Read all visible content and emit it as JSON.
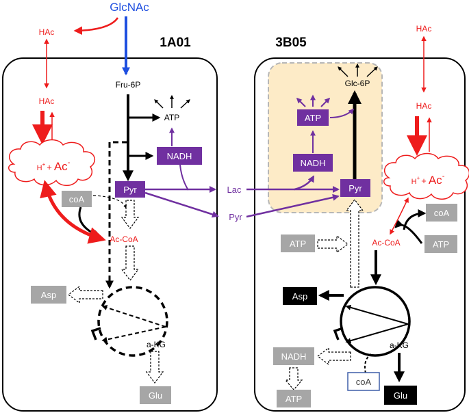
{
  "top_label": "GlcNAc",
  "cells": {
    "left": {
      "name": "1A01",
      "hac_outside": "HAc",
      "hac_inside": "HAc",
      "cloud_hplus": "H",
      "cloud_hplus_sup": "+",
      "cloud_plus": "+",
      "cloud_ac": "Ac",
      "cloud_ac_sup": "-",
      "fru6p": "Fru-6P",
      "atp": "ATP",
      "nadh_box": "NADH",
      "pyr_box": "Pyr",
      "coa_box": "coA",
      "accoa": "Ac-CoA",
      "asp_box": "Asp",
      "akg": "a-KG",
      "glu_box": "Glu"
    },
    "right": {
      "name": "3B05",
      "hac_outside": "HAc",
      "hac_inside": "HAc",
      "cloud_hplus": "H",
      "cloud_hplus_sup": "+",
      "cloud_plus": "+",
      "cloud_ac": "Ac",
      "cloud_ac_sup": "-",
      "glc6p": "Glc-6P",
      "atp_box": "ATP",
      "nadh_box": "NADH",
      "pyr_box": "Pyr",
      "coa_box_1": "coA",
      "atp_box_2": "ATP",
      "atp_box_left": "ATP",
      "accoa": "Ac-CoA",
      "asp_box": "Asp",
      "akg": "a-KG",
      "nadh_box_bottom": "NADH",
      "atp_box_bottom": "ATP",
      "coa_box_bottom": "coA",
      "glu_box": "Glu"
    }
  },
  "between": {
    "lac": "Lac",
    "pyr": "Pyr"
  },
  "colors": {
    "acid": "#ee1c1c",
    "purple": "#7030a0",
    "blue": "#1f4fe0",
    "gray_box": "#a6a6a6",
    "highlight": "#fdebc7"
  }
}
